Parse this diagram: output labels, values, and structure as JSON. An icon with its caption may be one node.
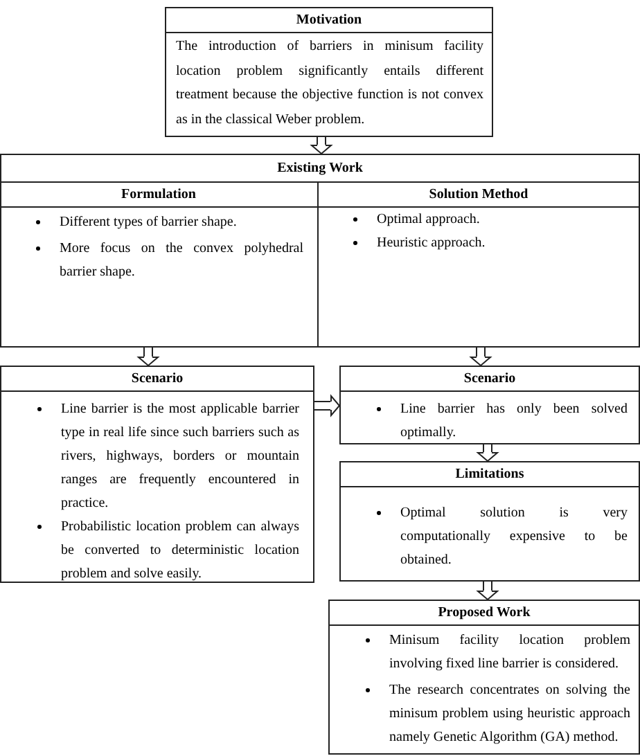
{
  "diagram": {
    "nodes": [
      {
        "text": [
          "Motivation",
          "The introduction of barriers in minisum facility location problem significantly entails different treatment because the objective function is not convex as in the classical Weber problem."
        ]
      },
      {
        "text": [
          "Existing Work"
        ]
      },
      {
        "text": [
          "Formulation",
          "Different types of barrier shape.",
          "More focus on the convex polyhedral barrier shape."
        ],
        "in": 1
      },
      {
        "text": [
          "Solution Method",
          "Optimal approach.",
          "Heuristic approach."
        ],
        "in": 1
      },
      {
        "text": [
          "Scenario",
          "Line barrier is the most applicable barrier type in real life since such barriers such as rivers, highways, borders or mountain ranges are frequently encountered in practice.",
          "Probabilistic location problem can always be converted to deterministic location problem and solve easily."
        ]
      },
      {
        "text": [
          "Scenario",
          "Line barrier has only been solved optimally."
        ]
      },
      {
        "text": [
          "Limitations",
          "Optimal solution is very computationally expensive to be obtained."
        ]
      },
      {
        "text": [
          "Proposed Work",
          "Minisum facility location problem involving fixed line barrier is considered.",
          "The research concentrates on solving the minisum problem using heuristic approach namely Genetic Algorithm (GA) method."
        ]
      }
    ],
    "edges": [
      {
        "from": 0,
        "to": 1,
        "arrow": "to"
      },
      {
        "from": 2,
        "to": 4,
        "arrow": "to"
      },
      {
        "from": 3,
        "to": 5,
        "arrow": "to"
      },
      {
        "from": 4,
        "to": 5,
        "arrow": "to"
      },
      {
        "from": 5,
        "to": 6,
        "arrow": "to"
      },
      {
        "from": 6,
        "to": 7,
        "arrow": "to"
      }
    ]
  }
}
